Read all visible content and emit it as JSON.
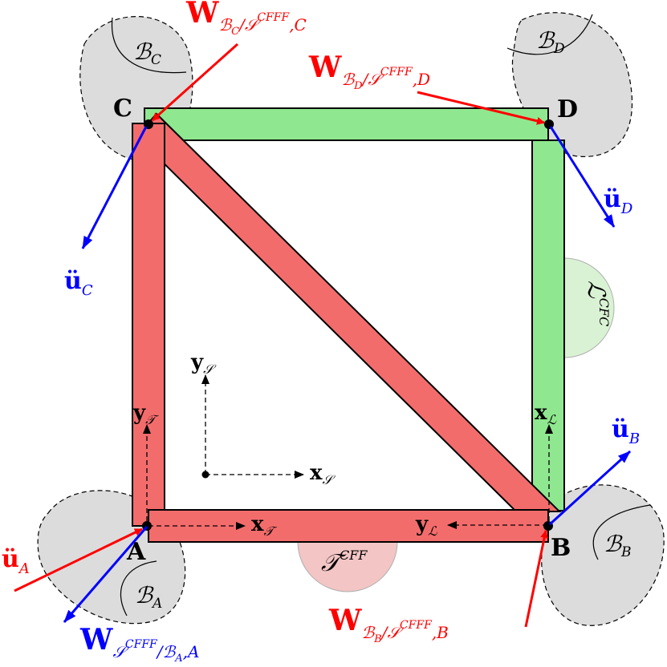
{
  "colors": {
    "red_beam": "#f36c6c",
    "green_beam": "#8fe88f",
    "blob_fill": "#dcdcdc",
    "half_disc_red": "#f3c5c5",
    "half_disc_green": "#d9f2d4",
    "red_arrow": "#ff0000",
    "blue_arrow": "#0000ff",
    "black": "#000000"
  },
  "nodes": {
    "A": "A",
    "B": "B",
    "C": "C",
    "D": "D"
  },
  "bodies": {
    "A": {
      "letter": "ℬ",
      "sub": "A"
    },
    "B": {
      "letter": "ℬ",
      "sub": "B"
    },
    "C": {
      "letter": "ℬ",
      "sub": "C"
    },
    "D": {
      "letter": "ℬ",
      "sub": "D"
    }
  },
  "substructures": {
    "T": {
      "letter": "𝒯",
      "sup": "CFF"
    },
    "L": {
      "letter": "ℒ",
      "sup": "CFC"
    }
  },
  "frames": {
    "S": {
      "x": "x",
      "y": "y",
      "sub": "𝒮"
    },
    "T": {
      "x": "x",
      "y": "y",
      "sub": "𝒯"
    },
    "L": {
      "x": "x",
      "y": "y",
      "sub": "ℒ"
    }
  },
  "wrenches": {
    "C": {
      "main": "W",
      "sub_pre": "ℬ",
      "sub_idx": "C",
      "sub_mid": "/𝒮",
      "sup": "CFFF",
      "sub_post": ",C"
    },
    "D": {
      "main": "W",
      "sub_pre": "ℬ",
      "sub_idx": "D",
      "sub_mid": "/𝒮",
      "sup": "CFFF",
      "sub_post": ",D"
    },
    "B": {
      "main": "W",
      "sub_pre": "ℬ",
      "sub_idx": "B",
      "sub_mid": "/𝒮",
      "sup": "CFFF",
      "sub_post": ",B"
    },
    "A": {
      "main": "W",
      "sub_pre": "𝒮",
      "sup": "CFFF",
      "sub_mid": "/ℬ",
      "sub_idx": "A",
      "sub_post": ",A"
    }
  },
  "accelerations": {
    "A": {
      "main": "ü",
      "sub": "A"
    },
    "B": {
      "main": "ü",
      "sub": "B"
    },
    "C": {
      "main": "ü",
      "sub": "C"
    },
    "D": {
      "main": "ü",
      "sub": "D"
    }
  }
}
